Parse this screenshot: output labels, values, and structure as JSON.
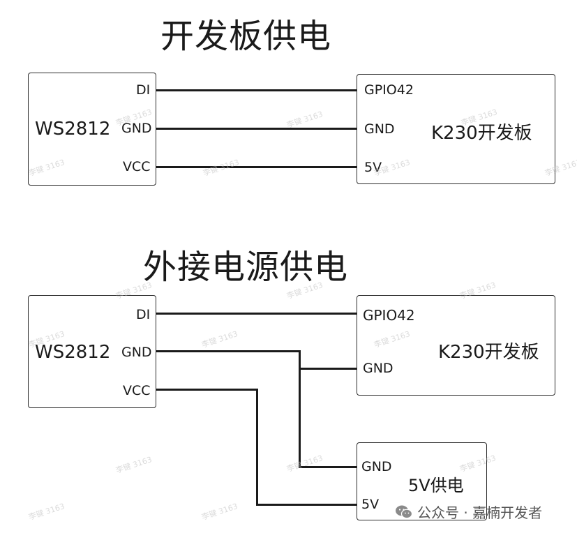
{
  "sections": [
    {
      "title": "开发板供电",
      "device": {
        "name": "WS2812",
        "pins": [
          "DI",
          "GND",
          "VCC"
        ]
      },
      "board": {
        "name": "K230开发板",
        "pins": [
          "GPIO42",
          "GND",
          "5V"
        ]
      }
    },
    {
      "title": "外接电源供电",
      "device": {
        "name": "WS2812",
        "pins": [
          "DI",
          "GND",
          "VCC"
        ]
      },
      "board": {
        "name": "K230开发板",
        "pins": [
          "GPIO42",
          "GND"
        ]
      },
      "supply": {
        "name": "5V供电",
        "pins": [
          "GND",
          "5V"
        ]
      }
    }
  ],
  "watermark": "李键 3163",
  "footer": {
    "icon": "wechat-icon",
    "text": "公众号 · 嘉楠开发者"
  }
}
